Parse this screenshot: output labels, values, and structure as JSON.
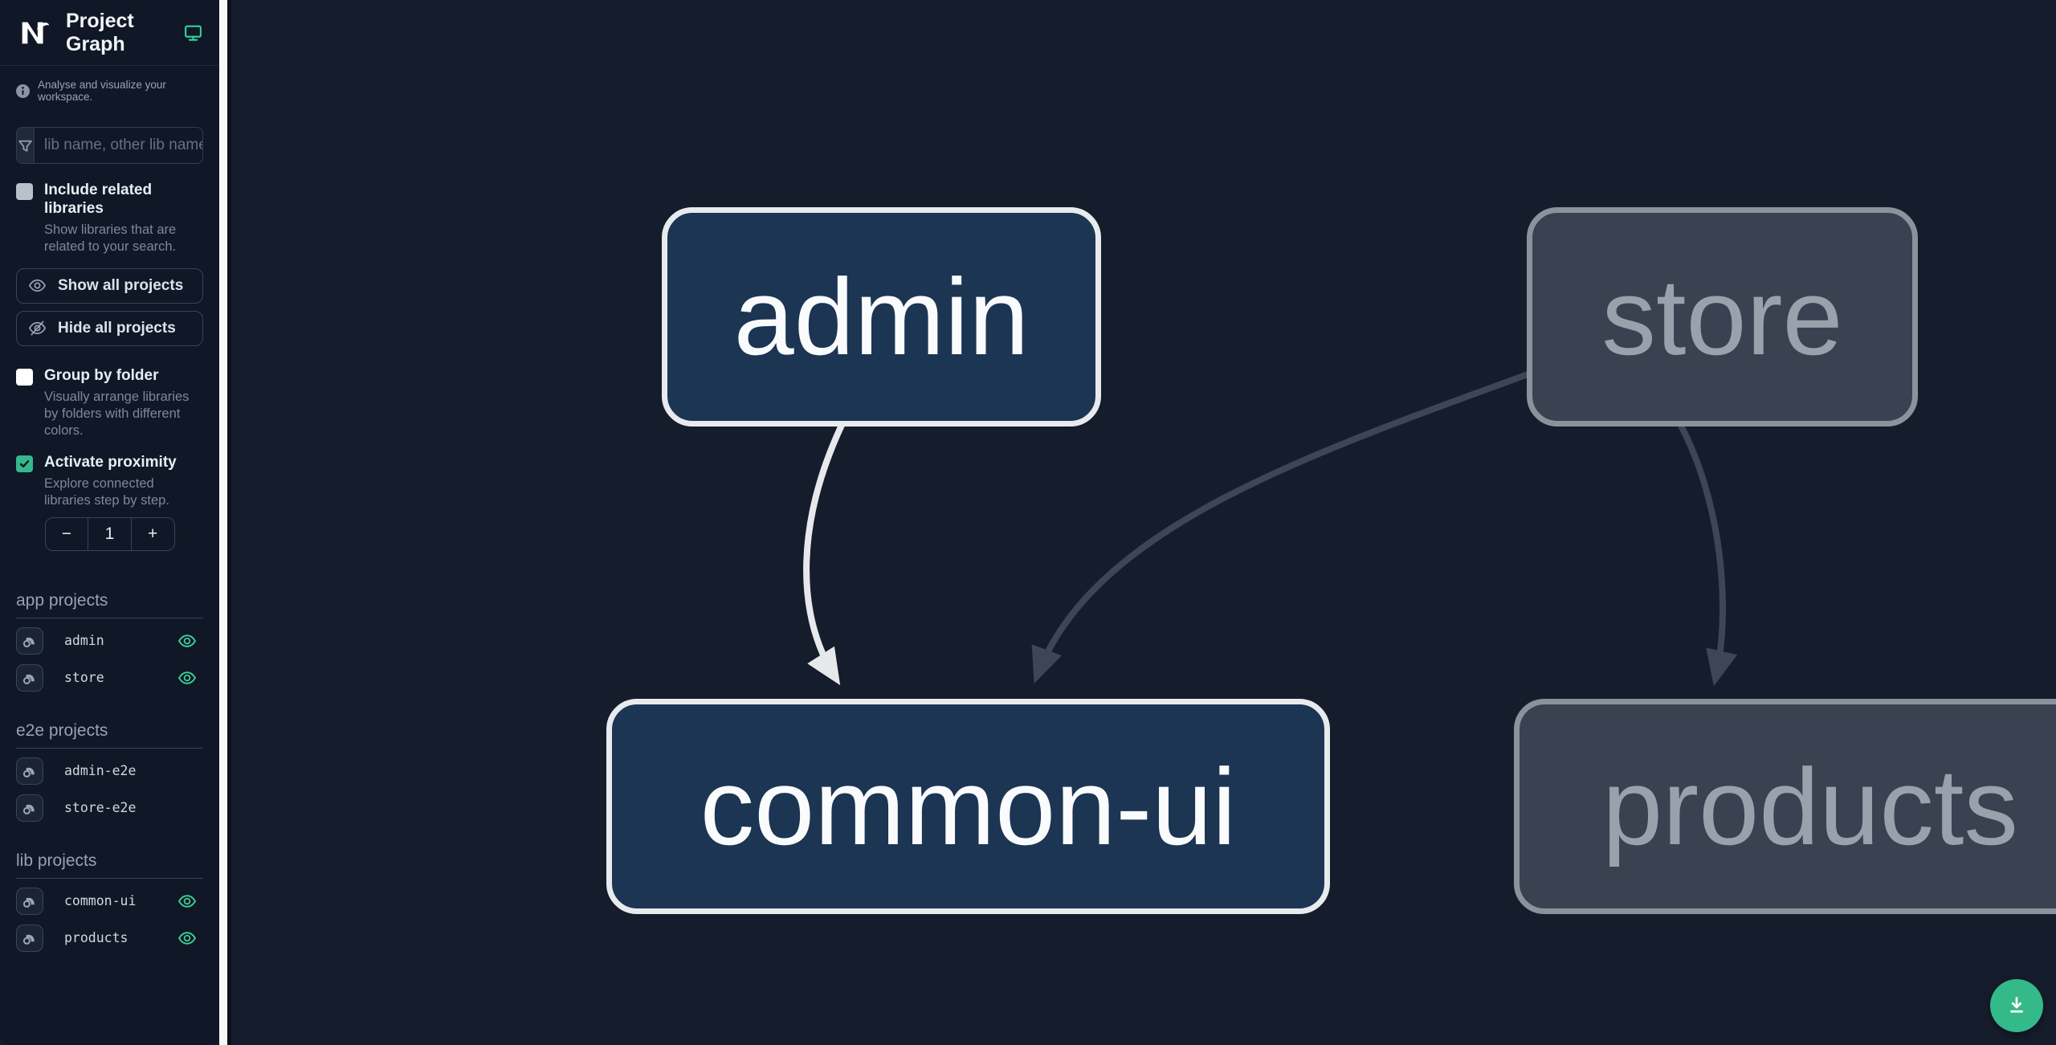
{
  "app": {
    "title": "Project Graph"
  },
  "sidebar": {
    "tagline": "Analyse and visualize your workspace.",
    "search": {
      "placeholder": "lib name, other lib name"
    },
    "related": {
      "label": "Include related libraries",
      "description": "Show libraries that are related to your search.",
      "checked": false
    },
    "buttons": {
      "show_all": "Show all projects",
      "hide_all": "Hide all projects"
    },
    "group_by_folder": {
      "label": "Group by folder",
      "description": "Visually arrange libraries by folders with different colors.",
      "checked": false
    },
    "proximity": {
      "label": "Activate proximity",
      "description": "Explore connected libraries step by step.",
      "checked": true
    },
    "stepper": {
      "decrement": "−",
      "value": "1",
      "increment": "+"
    },
    "sections": [
      {
        "title": "app projects",
        "items": [
          {
            "name": "admin",
            "visible": true
          },
          {
            "name": "store",
            "visible": true
          }
        ]
      },
      {
        "title": "e2e projects",
        "items": [
          {
            "name": "admin-e2e",
            "visible": false
          },
          {
            "name": "store-e2e",
            "visible": false
          }
        ]
      },
      {
        "title": "lib projects",
        "items": [
          {
            "name": "common-ui",
            "visible": true
          },
          {
            "name": "products",
            "visible": true
          }
        ]
      }
    ]
  },
  "graph": {
    "nodes": [
      {
        "id": "admin",
        "label": "admin",
        "state": "focused"
      },
      {
        "id": "store",
        "label": "store",
        "state": "unfocused"
      },
      {
        "id": "common-ui",
        "label": "common-ui",
        "state": "focused"
      },
      {
        "id": "products",
        "label": "products",
        "state": "unfocused"
      }
    ],
    "edges": [
      {
        "from": "admin",
        "to": "common-ui",
        "highlighted": true
      },
      {
        "from": "store",
        "to": "common-ui",
        "highlighted": false
      },
      {
        "from": "store",
        "to": "products",
        "highlighted": false
      }
    ]
  },
  "icons": {
    "logo": "nx-logo",
    "header_action": "monitor-icon",
    "info": "info-icon",
    "search": "funnel-icon",
    "show": "eye-icon",
    "hide": "eye-off-icon",
    "project_row": "focus-project-icon",
    "visibility": "eye-icon",
    "download": "download-icon"
  },
  "colors": {
    "accent_green": "#34b98a",
    "node_focused_bg": "#1b3553",
    "node_focused_border": "#e8eaee",
    "node_unfocused_bg": "#3a4251",
    "node_unfocused_border": "#8b929b",
    "edge_highlight": "#e6e8eb",
    "edge_muted": "#3e4554",
    "sidebar_bg": "#101726",
    "canvas_bg": "#151c2b"
  }
}
